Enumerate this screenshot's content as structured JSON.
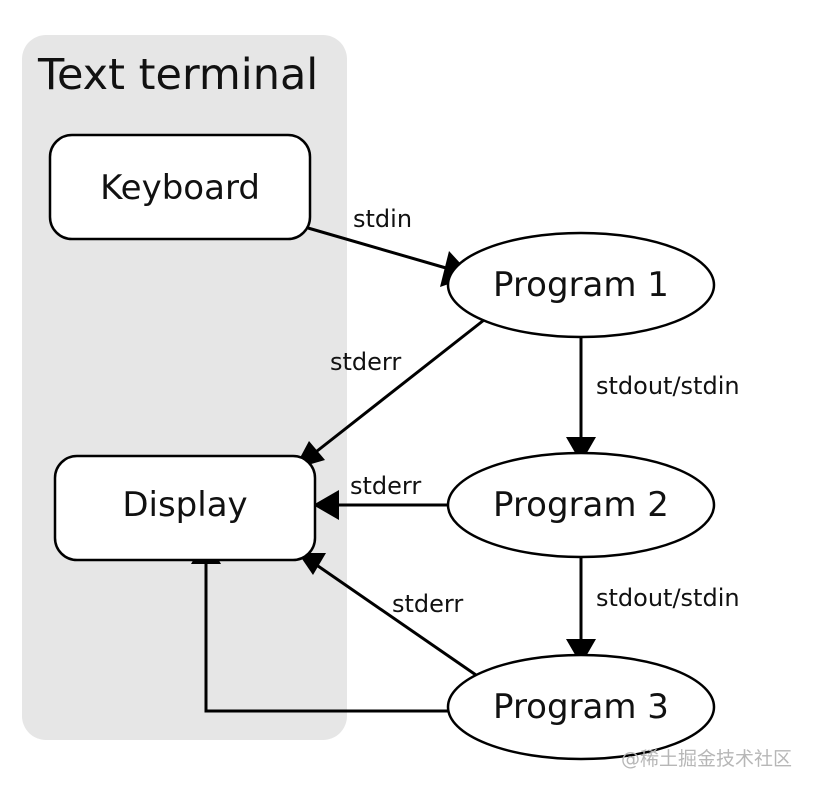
{
  "diagram": {
    "group": {
      "label": "Text terminal",
      "fill": "#e6e6e6"
    },
    "nodes": {
      "keyboard": "Keyboard",
      "display": "Display",
      "program1": "Program 1",
      "program2": "Program 2",
      "program3": "Program 3"
    },
    "edges": {
      "keyboard_to_program1": "stdin",
      "program1_to_display": "stderr",
      "program1_to_program2": "stdout/stdin",
      "program2_to_display": "stderr",
      "program2_to_program3": "stdout/stdin",
      "program3_to_display_stderr": "stderr"
    },
    "watermark": "@稀土掘金技术社区"
  }
}
